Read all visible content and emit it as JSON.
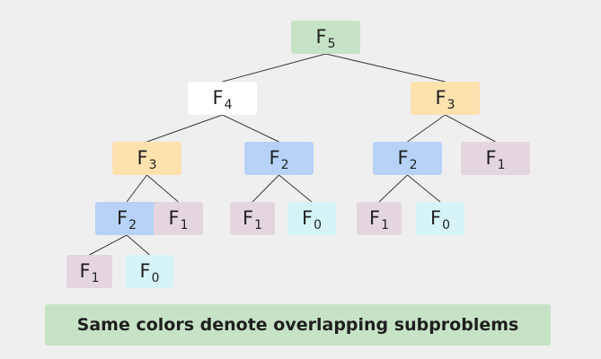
{
  "colors": {
    "background": "#efefef",
    "edge": "#3a3a3a",
    "F5": "#c6e3c6",
    "F4": "#ffffff",
    "F3": "#fde2ad",
    "F2": "#b7d2f6",
    "F1": "#e3d6df",
    "F0": "#d6f4f7",
    "caption_bg": "#c6e3c6"
  },
  "tree": {
    "nodes": [
      {
        "id": "n0",
        "base": "F",
        "sub": "5",
        "kind": "F5"
      },
      {
        "id": "n1",
        "base": "F",
        "sub": "4",
        "kind": "F4"
      },
      {
        "id": "n2",
        "base": "F",
        "sub": "3",
        "kind": "F3"
      },
      {
        "id": "n3",
        "base": "F",
        "sub": "3",
        "kind": "F3"
      },
      {
        "id": "n4",
        "base": "F",
        "sub": "2",
        "kind": "F2"
      },
      {
        "id": "n5",
        "base": "F",
        "sub": "2",
        "kind": "F2"
      },
      {
        "id": "n6",
        "base": "F",
        "sub": "1",
        "kind": "F1"
      },
      {
        "id": "n7",
        "base": "F",
        "sub": "2",
        "kind": "F2"
      },
      {
        "id": "n8",
        "base": "F",
        "sub": "1",
        "kind": "F1"
      },
      {
        "id": "n9",
        "base": "F",
        "sub": "1",
        "kind": "F1"
      },
      {
        "id": "n10",
        "base": "F",
        "sub": "0",
        "kind": "F0"
      },
      {
        "id": "n11",
        "base": "F",
        "sub": "1",
        "kind": "F1"
      },
      {
        "id": "n12",
        "base": "F",
        "sub": "0",
        "kind": "F0"
      },
      {
        "id": "n13",
        "base": "F",
        "sub": "1",
        "kind": "F1"
      },
      {
        "id": "n14",
        "base": "F",
        "sub": "0",
        "kind": "F0"
      }
    ],
    "edges": [
      [
        "n0",
        "n1"
      ],
      [
        "n0",
        "n2"
      ],
      [
        "n1",
        "n3"
      ],
      [
        "n1",
        "n4"
      ],
      [
        "n2",
        "n5"
      ],
      [
        "n2",
        "n6"
      ],
      [
        "n3",
        "n7"
      ],
      [
        "n3",
        "n8"
      ],
      [
        "n4",
        "n9"
      ],
      [
        "n4",
        "n10"
      ],
      [
        "n5",
        "n11"
      ],
      [
        "n5",
        "n12"
      ],
      [
        "n7",
        "n13"
      ],
      [
        "n7",
        "n14"
      ]
    ]
  },
  "caption": {
    "text": "Same colors denote overlapping subproblems"
  }
}
